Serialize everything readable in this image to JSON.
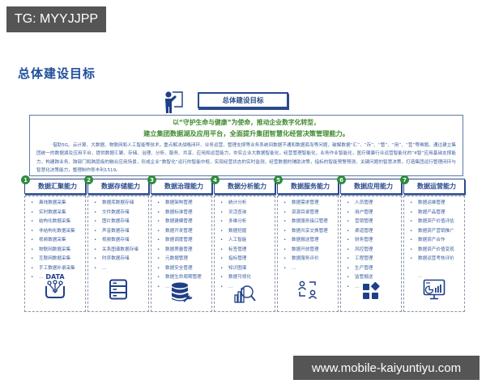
{
  "badge": {
    "text": "TG: MYYJJPP"
  },
  "page_title": "总体建设目标",
  "header_box": {
    "label": "总体建设目标"
  },
  "goal": {
    "line1": "以“守护生命与健康”为使命，推动企业数字化转型，",
    "line2": "建立集团数据湖及应用平台，全面提升集团智慧化经营决策管理能力。",
    "description": "借助5G、云计算、大数据、物联网和人工智能等技术，重点解决战略闭环、业务运营、管理支撑等业务系统间数据不通和数据孤岛等问题，破解数据“汇”、“存”、“管”、“用”、“营”等难题。通过建立集团统一的数据湖及应用平台，提供数据汇聚、存储、治理、分析、服务、共享、应用和运营能力，夯实企业大数据智能化，经营管理智能化，业务作业智能化，医疗健康行业运营智能化的“4智”应用基础支撑能力，构建跨业务、跨部门和跨层级的融合应用场景，形成企业“数智化”运行的智能中枢，实现经营状态的实时监测，经营数据的辅助决策，指标的智能预警预测，关键问题的智慧决策，打造集团运行管理闭环与智慧化决策能力，整理制作郎丰利1519。"
  },
  "columns": [
    {
      "number": "1",
      "title": "数据汇聚能力",
      "icon": "data-flow-icon",
      "items": [
        "离线数据采集",
        "实时数据采集",
        "结构化数据采集",
        "非结构化数据采集",
        "视频数据采集",
        "物联网数据采集",
        "互联网数据采集",
        "手工数据补录采集",
        "…"
      ]
    },
    {
      "number": "2",
      "title": "数据存储能力",
      "icon": "server-icon",
      "items": [
        "数据库数据存储",
        "文件数据存储",
        "图片数据存储",
        "声音数据存储",
        "视频数据存储",
        "关系图谱数据存储",
        "时序数据存储",
        "…"
      ]
    },
    {
      "number": "3",
      "title": "数据治理能力",
      "icon": "database-wrench-icon",
      "items": [
        "数据架构管理",
        "数据标准管理",
        "数据建模管理",
        "数据开发管理",
        "数据调度管理",
        "数据质量管理",
        "元数据管理",
        "数据安全管理",
        "数据生命周期管理",
        "…"
      ]
    },
    {
      "number": "4",
      "title": "数据分析能力",
      "icon": "analytics-magnifier-icon",
      "items": [
        "统计分析",
        "灵活查询",
        "多维分析",
        "数据挖掘",
        "人工智能",
        "标签管理",
        "指标管理",
        "知识图谱",
        "数据可视化",
        "…"
      ]
    },
    {
      "number": "5",
      "title": "数据服务能力",
      "icon": "user-exchange-icon",
      "items": [
        "数据需求管理",
        "资源目录管理",
        "数据服务接口管理",
        "数据共享交换管理",
        "数据报送管理",
        "数据开放管理",
        "数据服务评价",
        "…"
      ]
    },
    {
      "number": "6",
      "title": "数据应用能力",
      "icon": "apps-grid-icon",
      "items": [
        "人员管理",
        "用户管理",
        "营销管理",
        "渠道管理",
        "财务管理",
        "风控管理",
        "工程管理",
        "生产管理",
        "监管报送",
        "…"
      ]
    },
    {
      "number": "7",
      "title": "数据运营能力",
      "icon": "dashboard-monitor-icon",
      "items": [
        "数据运维管理",
        "数据产品管理",
        "数据资产价值评估",
        "数据资产营销推广",
        "数据资产合作",
        "数据资产价值变现",
        "数据运营考核评价",
        "…"
      ]
    }
  ],
  "icon_labels": {
    "data": "DATA"
  },
  "colors": {
    "brand_blue": "#2a4a8c",
    "title_blue": "#1f4e9c",
    "accent_green": "#3e8a2e",
    "badge_gray": "#555555"
  },
  "watermark": {
    "text": "www.mobile-kaiyuntiyu.com"
  }
}
